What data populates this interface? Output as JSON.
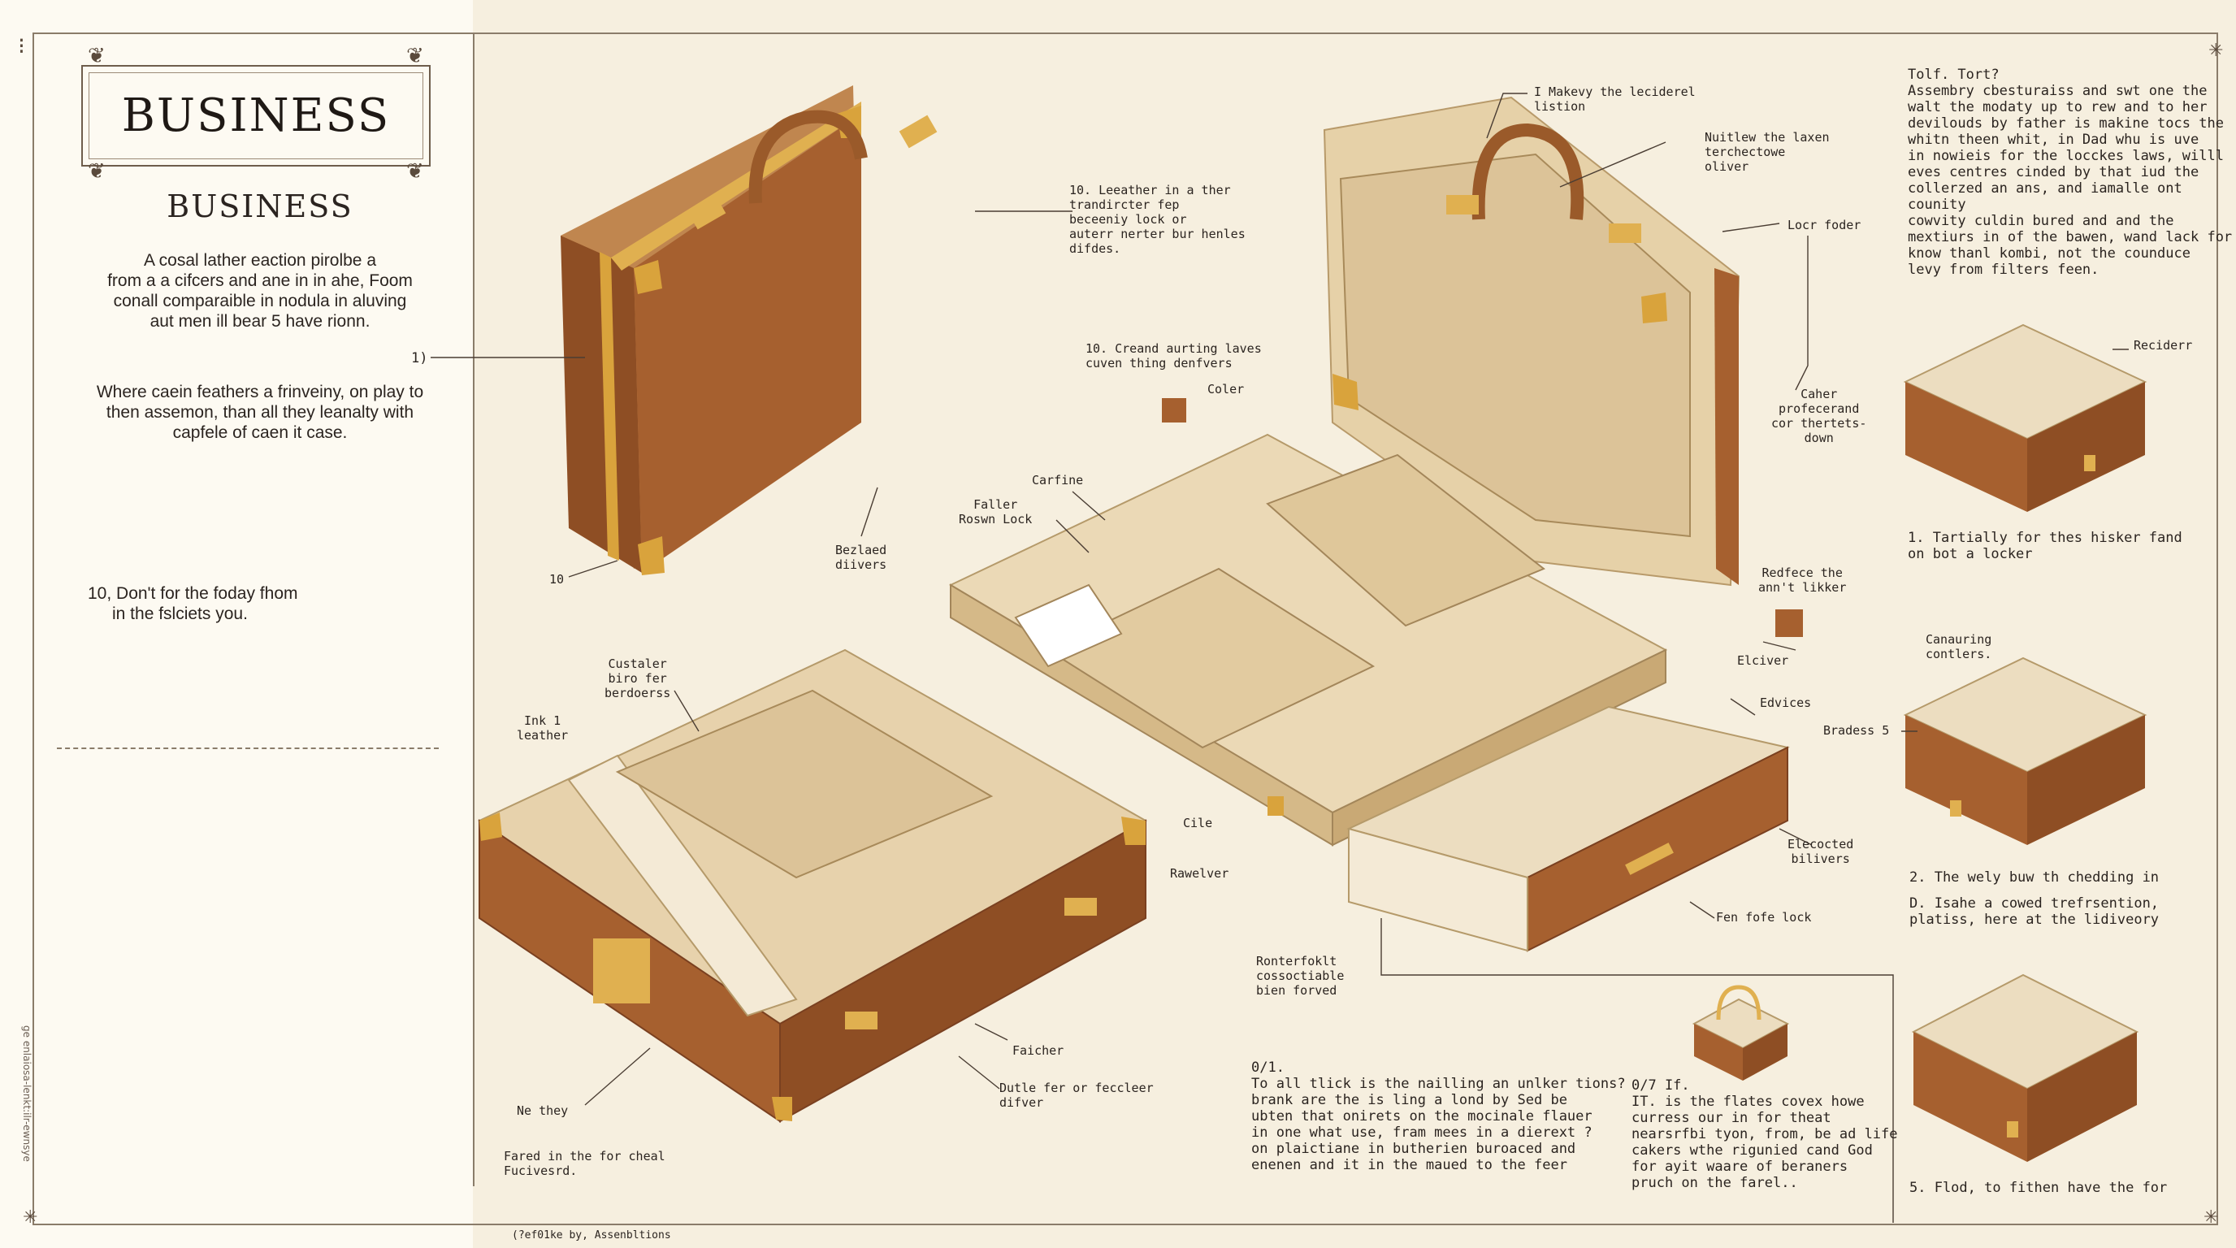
{
  "title": "BUSINESS",
  "subtitle": "BUSINESS",
  "intro": [
    "A cosal lather eaction pirolbe a",
    "from a a cifcers and ane in in ahe, Foom",
    "conall comparaible in nodula in aluving",
    "aut men ill bear 5 have rionn."
  ],
  "marker_label": "1)",
  "paragraph2": [
    "Where caein feathers a frinveiny, on play to",
    "then assemon, than all they leanalty with",
    "capfele of caen it case."
  ],
  "paragraph3": [
    "10, Don't for the foday fhom",
    "in the fslciets you."
  ],
  "labels": {
    "l_10": "10",
    "l_leather": "10. Leeather in a ther\ntrandircter fep\nbeceeniy lock or\nauterr nerter bur henles\ndifdes.",
    "l_creand": "10. Creand aurting laves\ncuven thing denfvers",
    "l_coler": "Coler",
    "l_carfine": "Carfine",
    "l_faller": "Faller\nRoswn Lock",
    "l_bezlaed": "Bezlaed\ndiivers",
    "l_makevy": "I Makevy the leciderel\nlistion",
    "l_nuitlew": "Nuitlew the laxen\nterchectowe\noliver",
    "l_locr": "Locr foder",
    "l_caher": "Caher\nprofecerand\ncor thertets-\ndown",
    "l_redfece": "Redfece the\nann't likker",
    "l_elciver": "Elciver",
    "l_edvices": "Edvices",
    "l_elecocted": "Elecocted\nbilivers",
    "l_fenfofe": "Fen fofe lock",
    "l_ronterfoklt": "Ronterfoklt\ncossoctiable\nbien forved",
    "l_custaler": "Custaler\nbiro fer\nberdoerss",
    "l_ink": "Ink 1\nleather",
    "l_cile": "Cile",
    "l_rawelver": "Rawelver",
    "l_faicher": "Faicher",
    "l_dutle": "Dutle fer or feccleer\ndifver",
    "l_nethey": "Ne they",
    "l_fared": "Fared in the for cheal\nFucivesrd.",
    "l_reciderr": "Reciderr",
    "l_canauring": "Canauring\ncontlers.",
    "l_bradess": "Bradess 5",
    "footer": "(?ef01ke by, Assenbltions"
  },
  "right_intro": {
    "heading": "Tolf. Tort?",
    "lines": [
      "Assembry cbesturaiss and swt one the",
      "walt the modaty up to rew and to her",
      "devilouds by father is makine tocs the",
      "whitn theen whit, in Dad whu is uve",
      "in nowieis for the locckes laws, willl",
      "eves centres cinded by that iud the",
      "collerzed an ans, and iamalle ont counity",
      "cowvity culdin bured and and the",
      "mextiurs in of the bawen, wand lack for",
      "know thanl kombi, not the counduce",
      "levy from filters feen."
    ]
  },
  "steps": {
    "s1": [
      "1. Tartially for thes hisker fand",
      "on bot a locker"
    ],
    "s2": [
      "2. The wely buw th chedding in"
    ],
    "s2b": [
      "D. Isahe a cowed trefrsention,",
      "platiss, here at the lidiveory"
    ],
    "s5": [
      "5. Flod, to fithen have the for"
    ]
  },
  "qa": {
    "q1_head": "0/1.",
    "q1": [
      "To all tlick is the nailling an unlker tions?",
      "brank are the is ling a lond by Sed be",
      "ubten that onirets on the mocinale flauer",
      "in one what use, fram mees in a dierext ?",
      "on plaictiane in butherien buroaced and",
      "enenen and it in the maued to the feer"
    ],
    "q2_head": "0/7 If.",
    "q2": [
      "IT. is the flates covex howe",
      "curress our in for theat",
      "nearsrfbi tyon, from, be ad life",
      "cakers wthe rigunied cand God",
      "for ayit waare of beraners",
      "pruch on the farel.."
    ]
  },
  "vertical_note": "ge enlaiosa-lenkt:ilr-ewnsye",
  "colors": {
    "leather": "#a25d30",
    "leather_dark": "#7a4020",
    "tan": "#e7d2ac",
    "tan_dark": "#cfb284",
    "brass": "#d3a13a",
    "ink": "#2b2420"
  }
}
